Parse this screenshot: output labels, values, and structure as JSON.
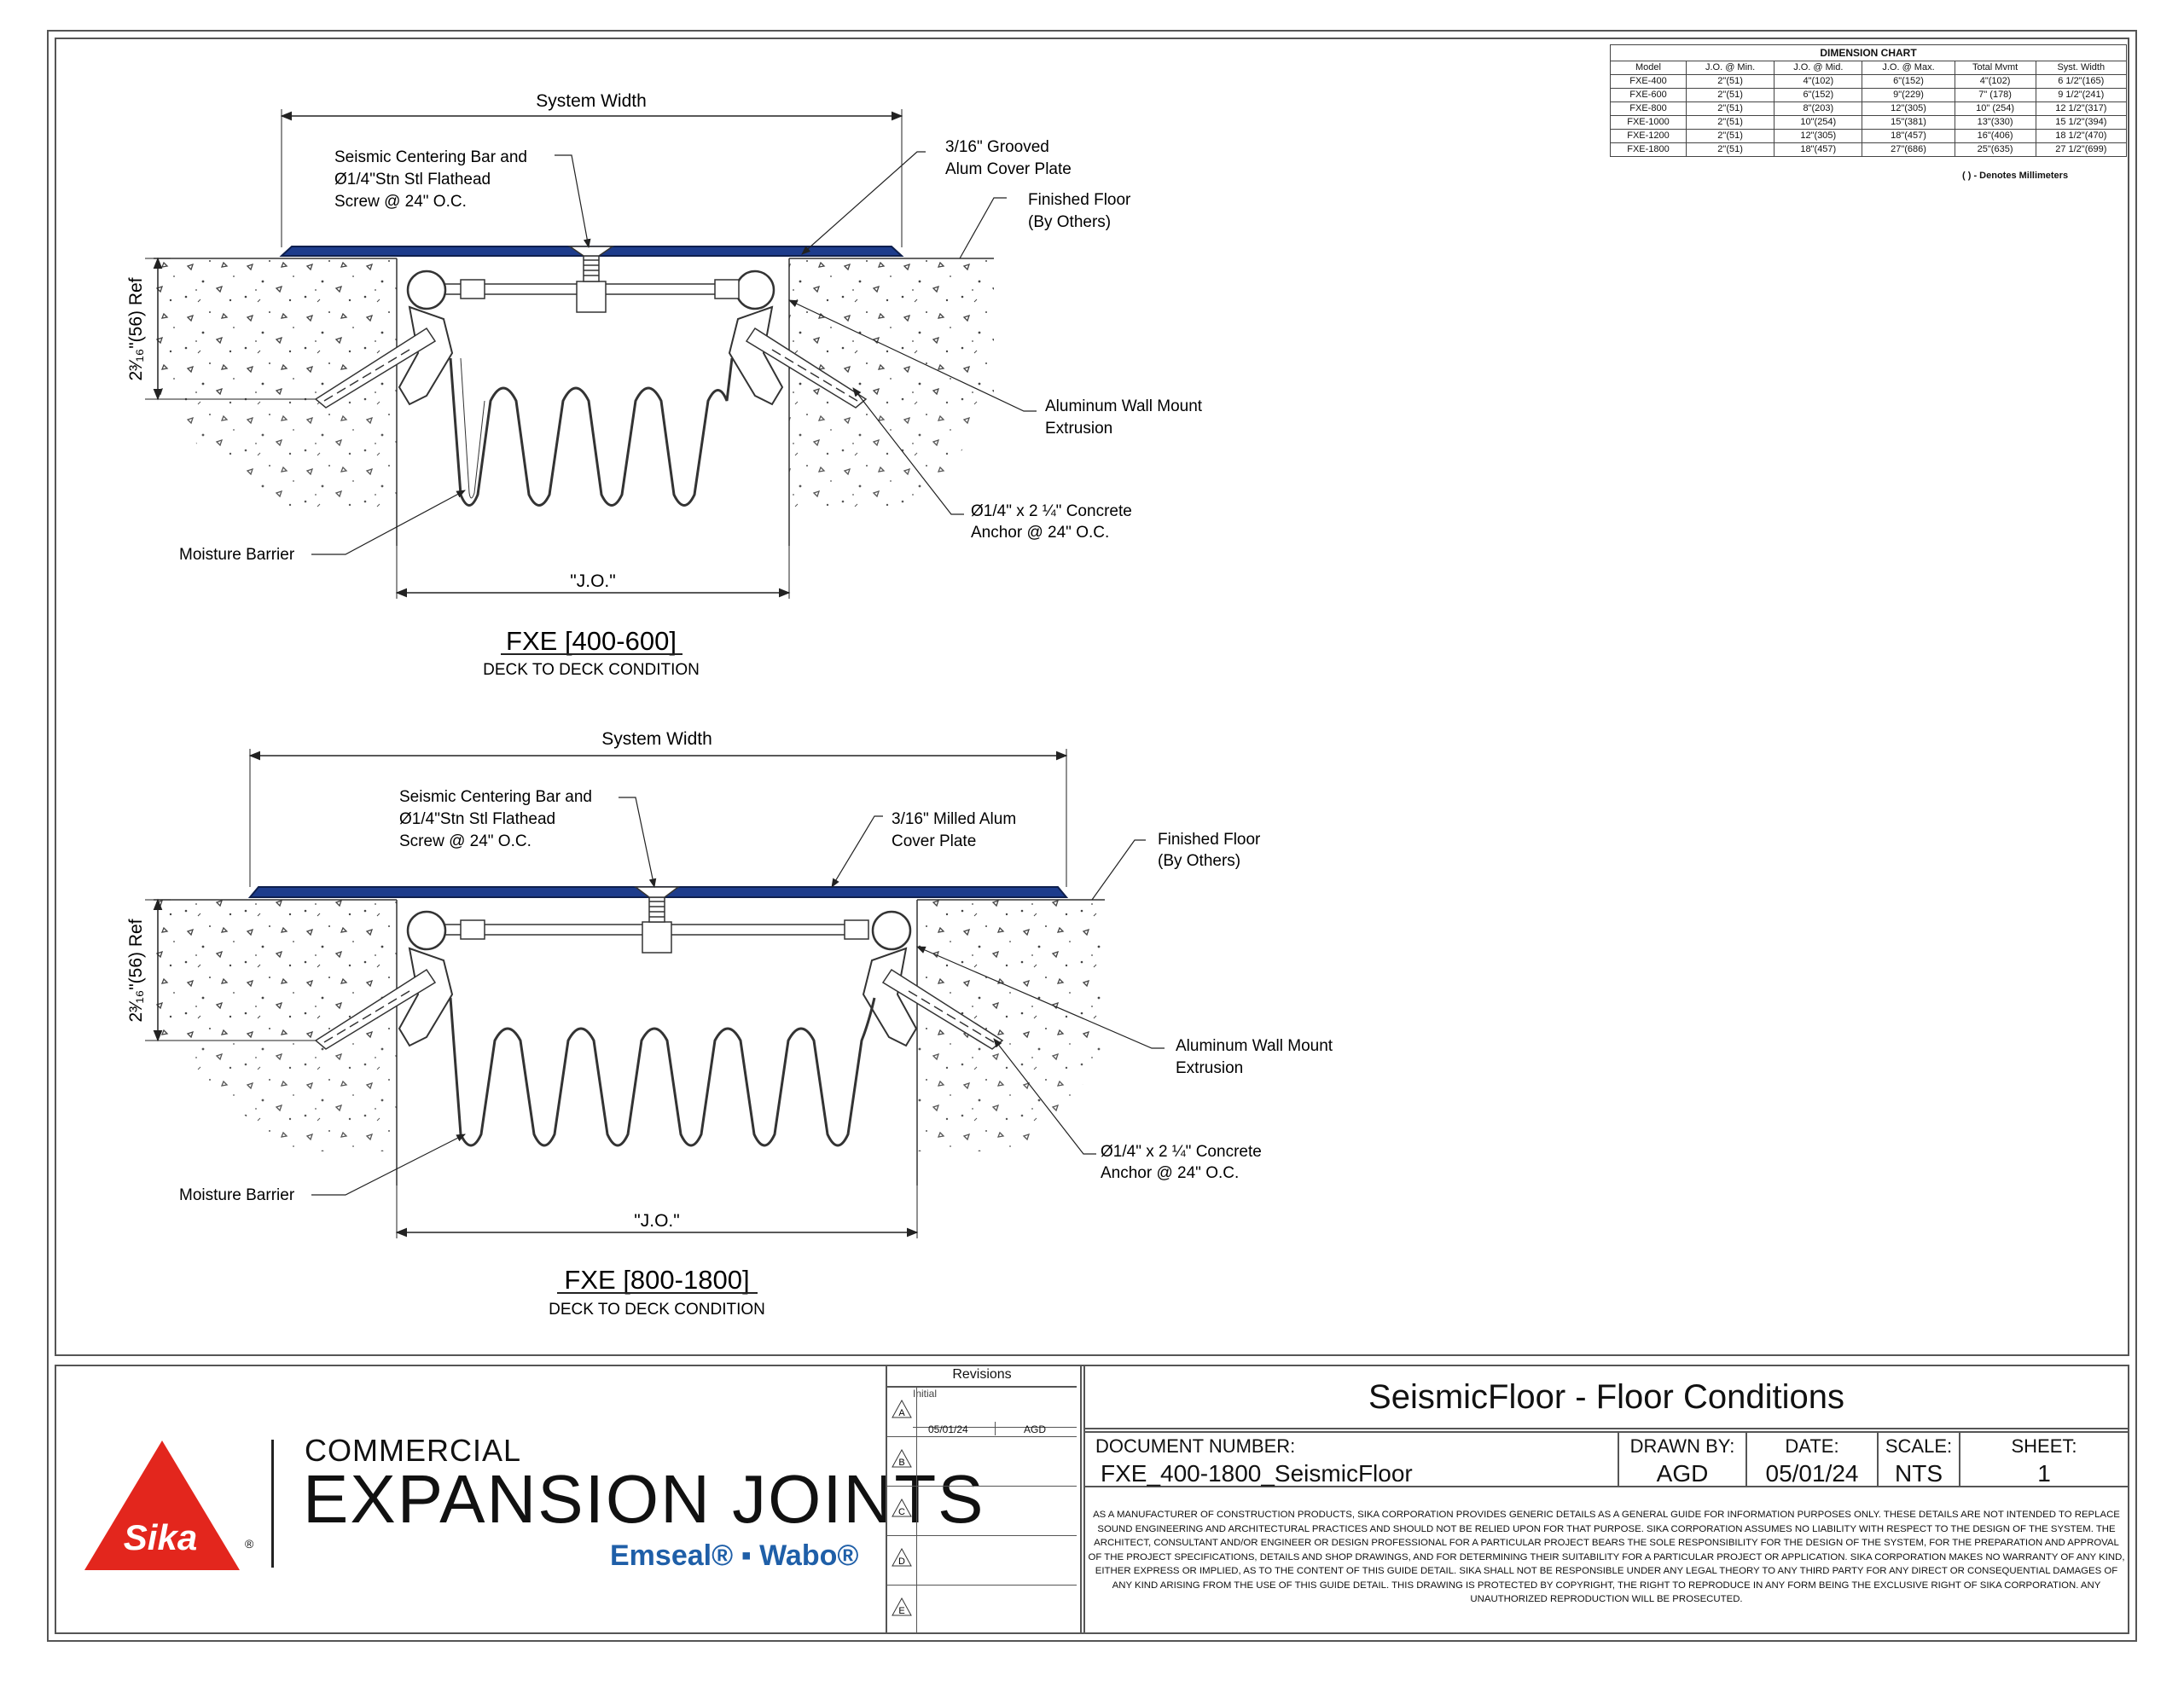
{
  "colors": {
    "cover_plate": "#1d3c8c",
    "sika_red": "#e3261d",
    "brand_blue": "#1f5fa8",
    "line": "#333333"
  },
  "detail_top": {
    "system_width": "System Width",
    "centering_bar": [
      "Seismic Centering Bar and",
      "Ø1/4\"Stn Stl Flathead",
      "Screw @ 24\" O.C."
    ],
    "cover_plate": [
      "3/16\" Grooved",
      "Alum Cover Plate"
    ],
    "finished_floor": [
      "Finished Floor",
      "(By Others)"
    ],
    "wall_mount": [
      "Aluminum Wall Mount",
      "Extrusion"
    ],
    "anchor": [
      "Ø1/4\" x 2 ¼\" Concrete",
      "Anchor @ 24\" O.C."
    ],
    "moisture_barrier": "Moisture Barrier",
    "jo": "\"J.O.\"",
    "height_ref": "2³⁄₁₆\"(56) Ref",
    "title": "FXE [400-600]",
    "subtitle": "DECK TO DECK CONDITION"
  },
  "detail_bottom": {
    "system_width": "System Width",
    "centering_bar": [
      "Seismic Centering Bar and",
      "Ø1/4\"Stn Stl Flathead",
      "Screw @ 24\" O.C."
    ],
    "cover_plate": [
      "3/16\" Milled Alum",
      "Cover Plate"
    ],
    "finished_floor": [
      "Finished Floor",
      "(By Others)"
    ],
    "wall_mount": [
      "Aluminum Wall Mount",
      "Extrusion"
    ],
    "anchor": [
      "Ø1/4\" x 2 ¼\" Concrete",
      "Anchor @ 24\" O.C."
    ],
    "moisture_barrier": "Moisture Barrier",
    "jo": "\"J.O.\"",
    "height_ref": "2³⁄₁₆\"(56) Ref",
    "title": "FXE [800-1800]",
    "subtitle": "DECK TO DECK CONDITION"
  },
  "dimension_chart": {
    "caption": "DIMENSION CHART",
    "headers": [
      "Model",
      "J.O. @ Min.",
      "J.O. @ Mid.",
      "J.O. @ Max.",
      "Total Mvmt",
      "Syst. Width"
    ],
    "rows": [
      [
        "FXE-400",
        "2\"(51)",
        "4\"(102)",
        "6\"(152)",
        "4\"(102)",
        "6 1/2\"(165)"
      ],
      [
        "FXE-600",
        "2\"(51)",
        "6\"(152)",
        "9\"(229)",
        "7\" (178)",
        "9 1/2\"(241)"
      ],
      [
        "FXE-800",
        "2\"(51)",
        "8\"(203)",
        "12\"(305)",
        "10\" (254)",
        "12 1/2\"(317)"
      ],
      [
        "FXE-1000",
        "2\"(51)",
        "10\"(254)",
        "15\"(381)",
        "13\"(330)",
        "15 1/2\"(394)"
      ],
      [
        "FXE-1200",
        "2\"(51)",
        "12\"(305)",
        "18\"(457)",
        "16\"(406)",
        "18 1/2\"(470)"
      ],
      [
        "FXE-1800",
        "2\"(51)",
        "18\"(457)",
        "27\"(686)",
        "25\"(635)",
        "27 1/2\"(699)"
      ]
    ],
    "note": "( ) - Denotes Millimeters"
  },
  "revisions": {
    "title": "Revisions",
    "initial_label": "Initial",
    "initial_date": "05/01/24",
    "initial_by": "AGD",
    "marks": [
      "A",
      "B",
      "C",
      "D",
      "E"
    ]
  },
  "title_block": {
    "title": "SeismicFloor - Floor Conditions",
    "doc_label": "DOCUMENT NUMBER:",
    "doc_value": "FXE_400-1800_SeismicFloor",
    "drawn_label": "DRAWN BY:",
    "drawn_value": "AGD",
    "date_label": "DATE:",
    "date_value": "05/01/24",
    "scale_label": "SCALE:",
    "scale_value": "NTS",
    "sheet_label": "SHEET:",
    "sheet_value": "1",
    "disclaimer": "AS A MANUFACTURER OF CONSTRUCTION PRODUCTS, SIKA CORPORATION PROVIDES GENERIC DETAILS AS A GENERAL GUIDE FOR INFORMATION PURPOSES ONLY. THESE DETAILS ARE NOT INTENDED TO REPLACE SOUND ENGINEERING AND ARCHITECTURAL PRACTICES AND SHOULD NOT BE RELIED UPON FOR THAT PURPOSE. SIKA CORPORATION ASSUMES NO LIABILITY WITH RESPECT TO THE DESIGN OF THE SYSTEM. THE ARCHITECT, CONSULTANT AND/OR ENGINEER OR DESIGN PROFESSIONAL FOR A PARTICULAR PROJECT BEARS THE SOLE RESPONSIBILITY FOR THE DESIGN OF THE SYSTEM, FOR THE PREPARATION AND APPROVAL OF THE PROJECT SPECIFICATIONS, DETAILS AND SHOP DRAWINGS, AND FOR DETERMINING THEIR SUITABILITY FOR A PARTICULAR PROJECT OR APPLICATION. SIKA CORPORATION MAKES NO WARRANTY OF ANY KIND, EITHER EXPRESS OR IMPLIED, AS TO THE CONTENT OF THIS GUIDE DETAIL. SIKA SHALL NOT BE RESPONSIBLE UNDER ANY LEGAL THEORY TO ANY THIRD PARTY FOR ANY DIRECT OR CONSEQUENTIAL DAMAGES OF ANY KIND ARISING FROM THE USE OF THIS GUIDE DETAIL. THIS DRAWING IS PROTECTED BY COPYRIGHT, THE RIGHT TO REPRODUCE IN ANY FORM BEING THE EXCLUSIVE RIGHT OF SIKA CORPORATION. ANY UNAUTHORIZED REPRODUCTION WILL BE PROSECUTED."
  },
  "branding": {
    "sika": "Sika",
    "line1": "COMMERCIAL",
    "line2": "EXPANSION JOINTS",
    "line3": "Emseal® ▪ Wabo®"
  }
}
